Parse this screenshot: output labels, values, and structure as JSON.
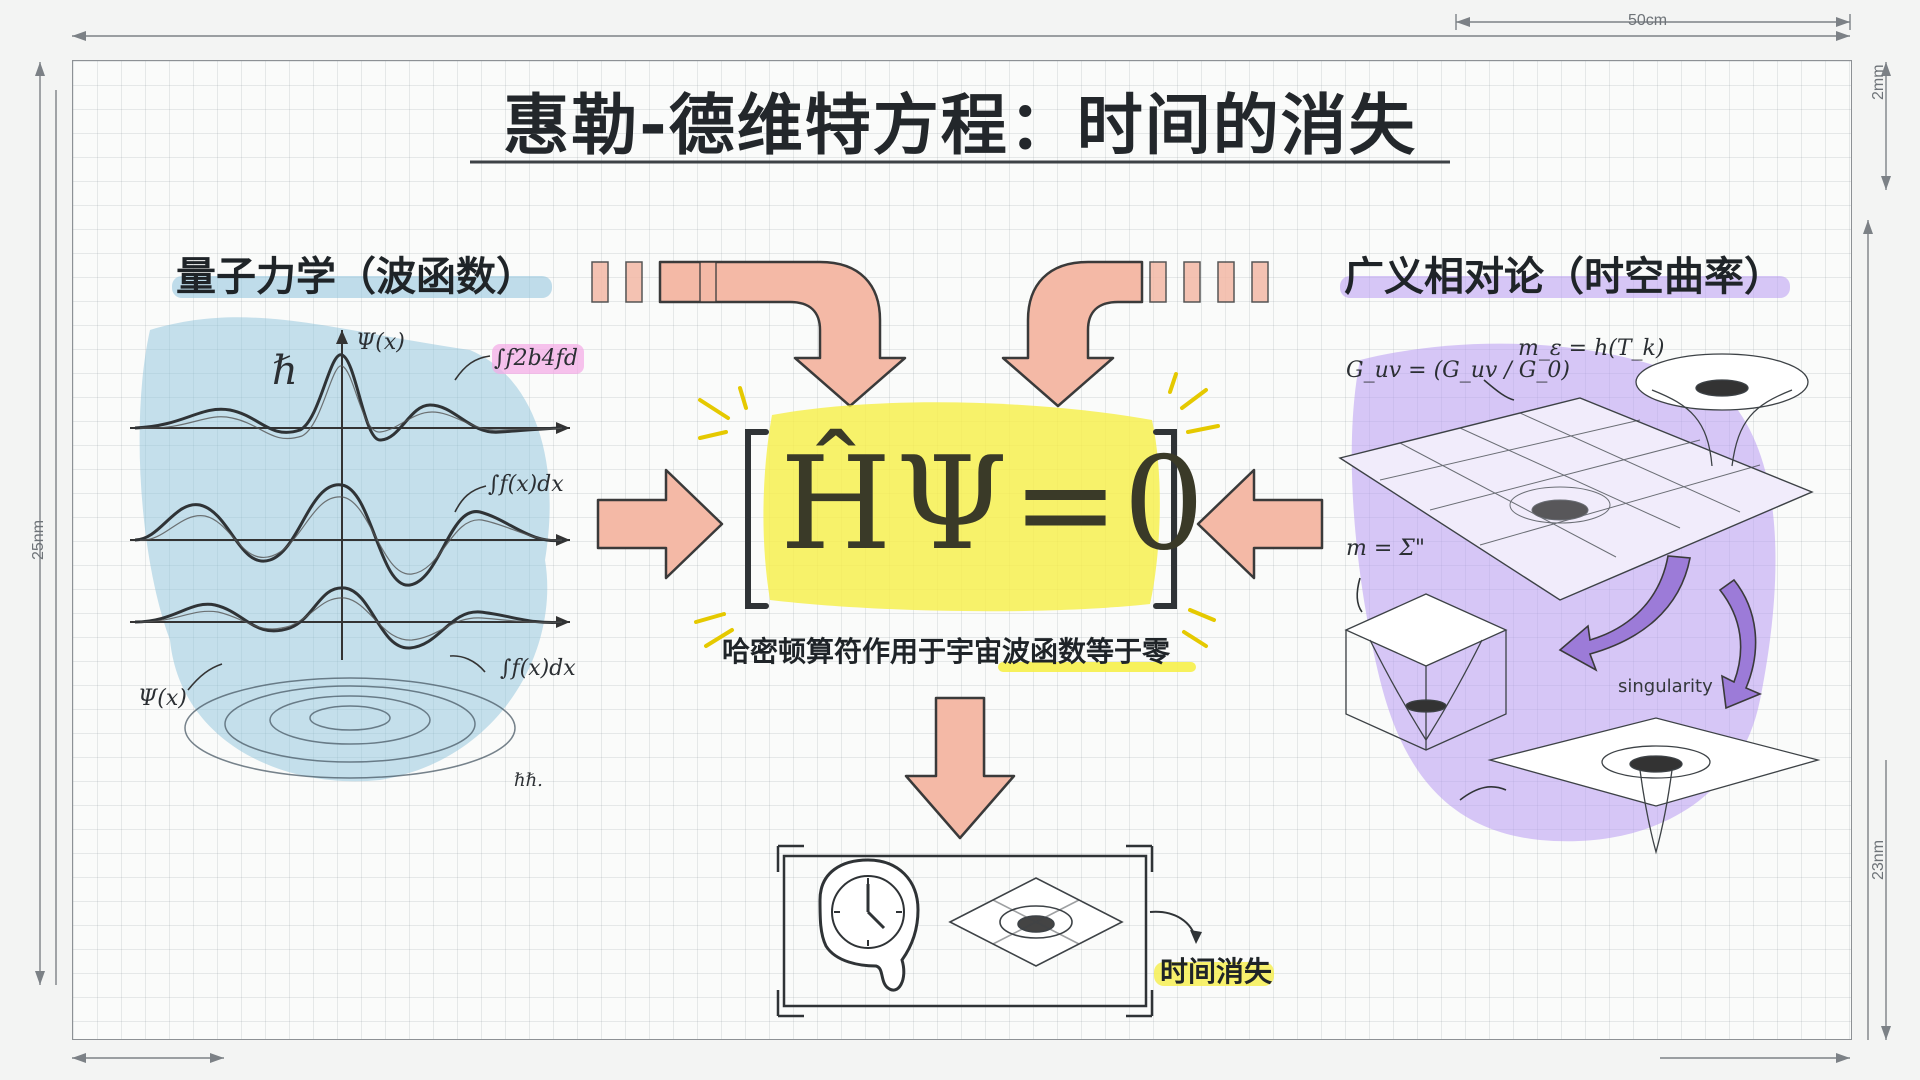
{
  "title": "惠勒-德维特方程：时间的消失",
  "left_panel": {
    "heading": "量子力学（波函数）",
    "hbar": "ℏ",
    "psi_top": "Ψ(x)",
    "tag_label": "∫f2b4fd",
    "integral_1": "∫f(x)dx",
    "integral_2": "∫f(x)dx",
    "psi_bottom": "Ψ(x)",
    "hbar_small": "ℏℏ."
  },
  "right_panel": {
    "heading": "广义相对论（时空曲率）",
    "einstein_eq": "G_uv = (G_uv / G_0)",
    "mass_eq": "m_ε = h(T_k)",
    "sum_eq": "m = Σ\"",
    "singularity": "singularity"
  },
  "center": {
    "equation": "ĤΨ=0",
    "caption": "哈密顿算符作用于宇宙波函数等于零",
    "result_label": "时间消失"
  },
  "dimensions": {
    "top": "50cm",
    "right_top": "2mm",
    "left": "25nm",
    "right_bottom": "23nm"
  },
  "colors": {
    "arrow_fill": "#f4b9a6",
    "arrow_stroke": "#3a3a3a",
    "highlight_yellow": "#f6ef4a",
    "quantum_blue": "#8ec3dc",
    "relativity_purple": "#b89af2",
    "tag_pink": "#f3a8e6"
  }
}
